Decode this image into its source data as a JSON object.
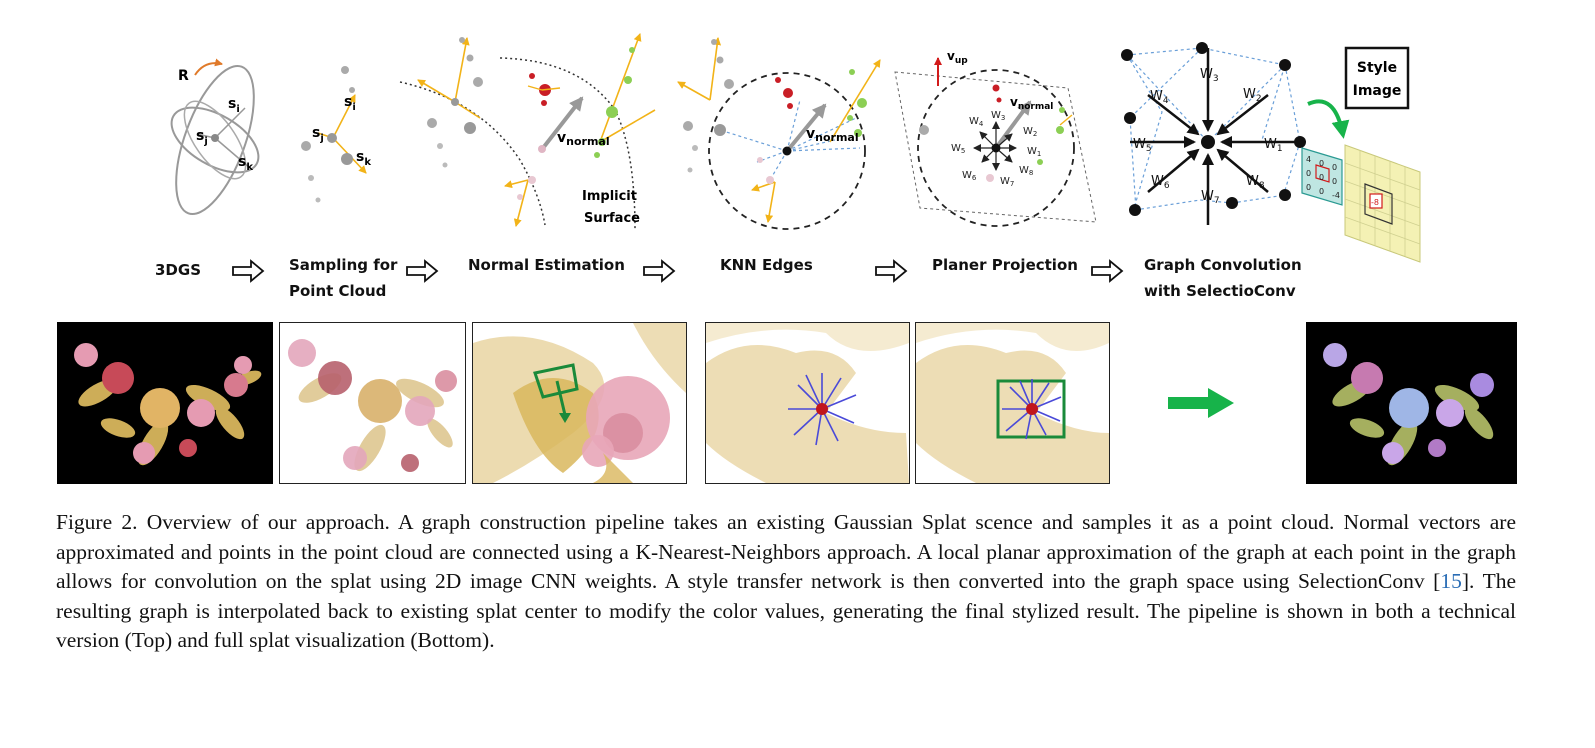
{
  "pipeline_steps": [
    {
      "line1": "3DGS",
      "line2": ""
    },
    {
      "line1": "Sampling for",
      "line2": "Point Cloud"
    },
    {
      "line1": "Normal Estimation",
      "line2": ""
    },
    {
      "line1": "KNN Edges",
      "line2": ""
    },
    {
      "line1": "Planer Projection",
      "line2": ""
    },
    {
      "line1": "Graph Convolution",
      "line2": "with SelectioConv"
    }
  ],
  "diagram_labels": {
    "rotation": "R",
    "axis_i": "s",
    "axis_j": "s",
    "axis_k": "s",
    "sub_i": "i",
    "sub_j": "j",
    "sub_k": "k",
    "v_normal": "v",
    "normal_sub": "normal",
    "v_up": "v",
    "up_sub": "up",
    "implicit_1": "Implicit",
    "implicit_2": "Surface",
    "style_1": "Style",
    "style_2": "Image",
    "w_prefix": "W",
    "weights": [
      "1",
      "2",
      "3",
      "4",
      "5",
      "6",
      "7",
      "8"
    ],
    "kernel_cells": [
      "4",
      "0",
      "0",
      "0",
      "0",
      "0",
      "0",
      "0",
      "-4"
    ],
    "kernel_value": "-8"
  },
  "caption": {
    "label": "Figure 2.",
    "text_before_cite": "Overview of our approach. A graph construction pipeline takes an existing Gaussian Splat scence and samples it as a point cloud. Normal vectors are approximated and points in the point cloud are connected using a K-Nearest-Neighbors approach. A local planar approximation of the graph at each point in the graph allows for convolution on the splat using 2D image CNN weights. A style transfer network is then converted into the graph space using SelectionConv [",
    "cite": "15",
    "text_after_cite": "]. The resulting graph is interpolated back to existing splat center to modify the color values, generating the final stylized result. The pipeline is shown in both a technical version (Top) and full splat visualization (Bottom)."
  },
  "colors": {
    "arrow_yellow": "#f2b318",
    "green_arrow": "#17b34a",
    "knn_blue": "#6a9fd8",
    "red_point": "#c0161c",
    "rose_pink": "#e59bb2",
    "leaf_gold": "#d9b75d",
    "citation_blue": "#2a6db5"
  }
}
